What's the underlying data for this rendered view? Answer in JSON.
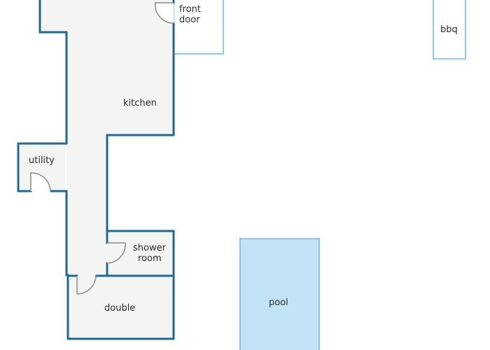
{
  "colors": {
    "interior_fill": "#f4f4f3",
    "wall": "#1e6a95",
    "light_outline": "#8fcfe1",
    "pool_fill": "#c2e2f6",
    "pool_outline": "#8cc3e6",
    "door_swing": "#8a8a8a"
  },
  "rooms": {
    "front_door": {
      "label_line1": "front",
      "label_line2": "door"
    },
    "kitchen": {
      "label": "kitchen"
    },
    "utility": {
      "label": "utility"
    },
    "shower_room": {
      "label_line1": "shower",
      "label_line2": "room"
    },
    "double": {
      "label": "double"
    },
    "bbq": {
      "label": "bbq"
    },
    "pool": {
      "label": "pool"
    }
  }
}
